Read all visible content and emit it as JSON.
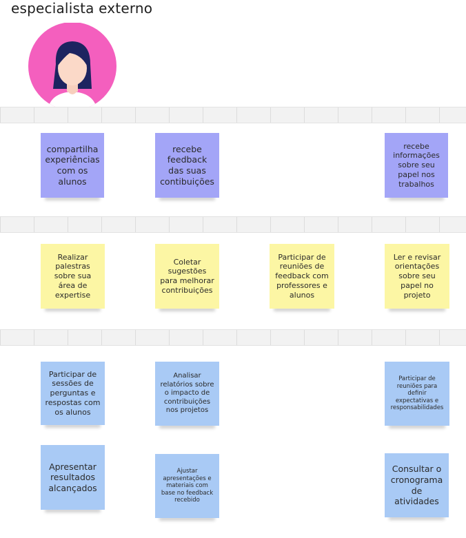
{
  "title": "especialista externo",
  "avatar": {
    "icon": "person-avatar-icon",
    "bg_color": "#f45fbe"
  },
  "rows": [
    {
      "color": "#a3a5f7",
      "notes": [
        "compartilha experiências com os alunos",
        "recebe feedback das suas contibuições",
        "recebe informações sobre seu papel nos trabalhos"
      ]
    },
    {
      "color": "#fcf6a4",
      "notes": [
        "Realizar palestras sobre sua área de expertise",
        "Coletar sugestões para melhorar contribuições",
        "Participar de reuniões de feedback com professores e alunos",
        "Ler e revisar orientações sobre seu papel no projeto"
      ]
    },
    {
      "color": "#a9caf5",
      "notes": [
        "Participar de sessões de perguntas e respostas com os alunos",
        "Analisar relatórios sobre o impacto de contribuições nos projetos",
        "Participar de reuniões  para definir expectativas e responsabilidades",
        "Apresentar resultados alcançados",
        "Ajustar apresentações e materiais com base no feedback recebido",
        "Consultar o cronograma de atividades"
      ]
    }
  ]
}
